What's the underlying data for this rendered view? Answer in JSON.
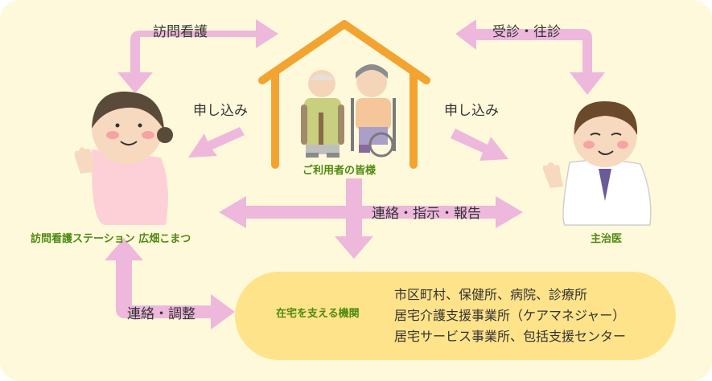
{
  "labels": {
    "visit_nursing": "訪問看護",
    "consult_visit": "受診・往診",
    "apply_left": "申し込み",
    "apply_right": "申し込み",
    "contact_instruct_report": "連絡・指示・報告",
    "contact_adjust": "連絡・調整"
  },
  "nodes": {
    "users": "ご利用者の皆様",
    "station": "訪問看護ステーション 広畑こまつ",
    "doctor": "主治医",
    "support": "在宅を支える機関"
  },
  "support_orgs": [
    "市区町村、保健所、病院、診療所",
    "居宅介護支援事業所（ケアマネジャー）",
    "居宅サービス事業所、包括支援センター"
  ],
  "colors": {
    "background": "#fff9dc",
    "arrow": "#eeb7dc",
    "house": "#f3a330",
    "label_green": "#4f8a10",
    "support_box": "#ffe38a"
  }
}
